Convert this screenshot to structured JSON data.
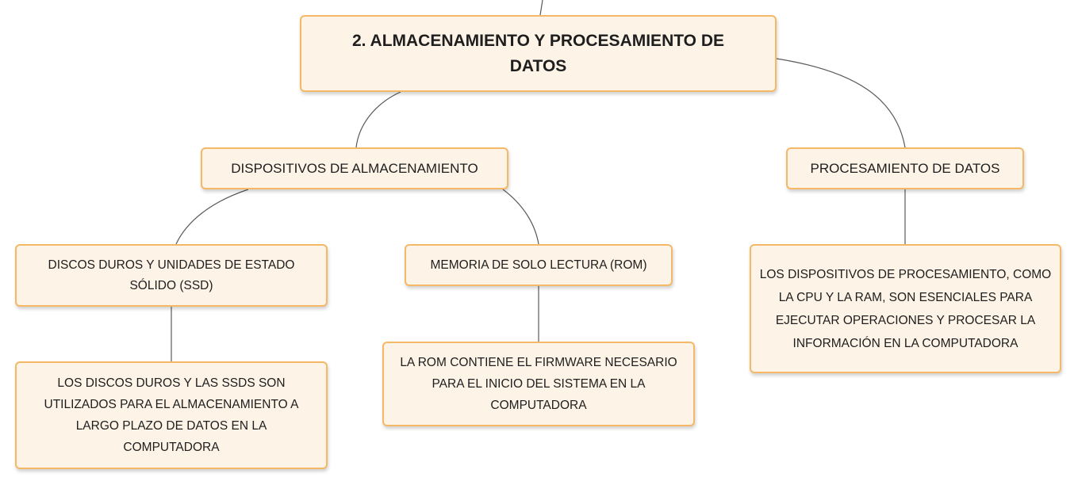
{
  "diagram": {
    "root": {
      "label": "2. ALMACENAMIENTO Y PROCESAMIENTO DE DATOS"
    },
    "storage": {
      "label": "DISPOSITIVOS DE ALMACENAMIENTO",
      "disks": {
        "label": "DISCOS DUROS Y UNIDADES DE ESTADO SÓLIDO (SSD)",
        "description": "LOS DISCOS DUROS Y LAS SSDS SON UTILIZADOS PARA EL ALMACENAMIENTO A LARGO PLAZO DE DATOS EN LA COMPUTADORA"
      },
      "rom": {
        "label": "MEMORIA DE SOLO LECTURA (ROM)",
        "description": "LA ROM CONTIENE EL FIRMWARE NECESARIO PARA EL INICIO DEL SISTEMA EN LA COMPUTADORA"
      }
    },
    "processing": {
      "label": "PROCESAMIENTO DE DATOS",
      "description": "LOS DISPOSITIVOS DE PROCESAMIENTO, COMO LA CPU Y LA RAM, SON ESENCIALES PARA EJECUTAR OPERACIONES Y PROCESAR LA INFORMACIÓN EN LA COMPUTADORA"
    },
    "colors": {
      "node_fill": "#fdf3e6",
      "node_border": "#f4b866",
      "connector": "#5a5a5a",
      "text": "#1e1e1e"
    }
  }
}
